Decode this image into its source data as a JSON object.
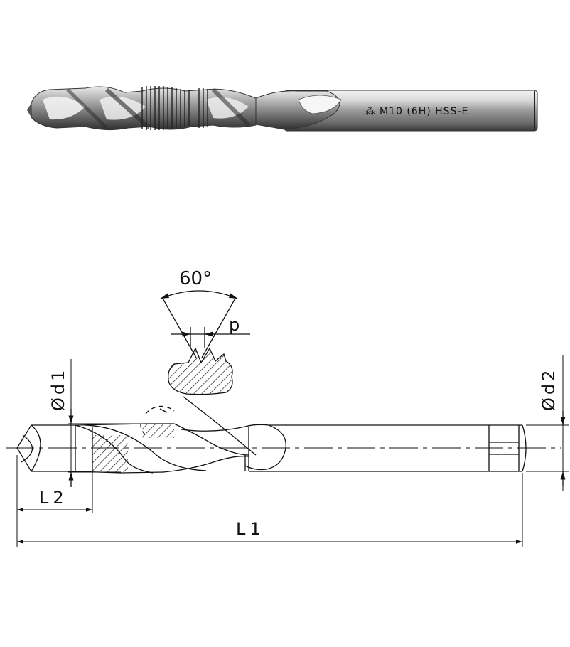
{
  "photo": {
    "shank_marking": "M10 (6H) HSS-E"
  },
  "drawing": {
    "angle_label": "60°",
    "pitch_label": "p",
    "d1_label": "Ød1",
    "d2_label": "Ød2",
    "l1_label": "L1",
    "l2_label": "L2"
  }
}
